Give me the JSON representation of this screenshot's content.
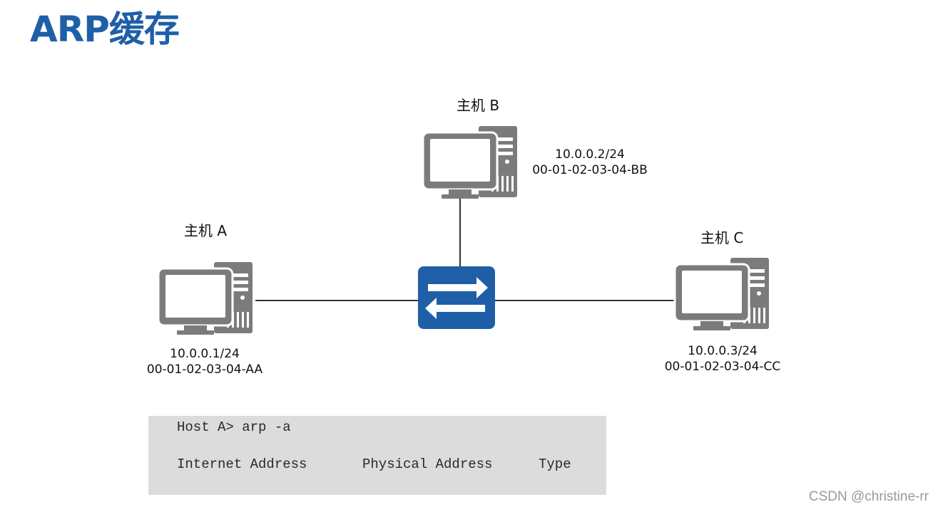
{
  "title": "ARP缓存",
  "hosts": {
    "a": {
      "label": "主机 A",
      "ip": "10.0.0.1/24",
      "mac": "00-01-02-03-04-AA"
    },
    "b": {
      "label": "主机 B",
      "ip": "10.0.0.2/24",
      "mac": "00-01-02-03-04-BB"
    },
    "c": {
      "label": "主机 C",
      "ip": "10.0.0.3/24",
      "mac": "00-01-02-03-04-CC"
    }
  },
  "terminal": {
    "command": "Host A> arp -a",
    "headers": [
      "Internet Address",
      "Physical Address",
      "Type"
    ]
  },
  "watermark": "CSDN @christine-rr",
  "colors": {
    "title": "#1f5fa8",
    "switch": "#1f5fa8",
    "computer": "#7b7b7b",
    "link": "#333333",
    "terminal_bg": "#dcdcdc"
  },
  "icons": {
    "host": "desktop-computer-icon",
    "switch": "switch-arrows-icon"
  }
}
